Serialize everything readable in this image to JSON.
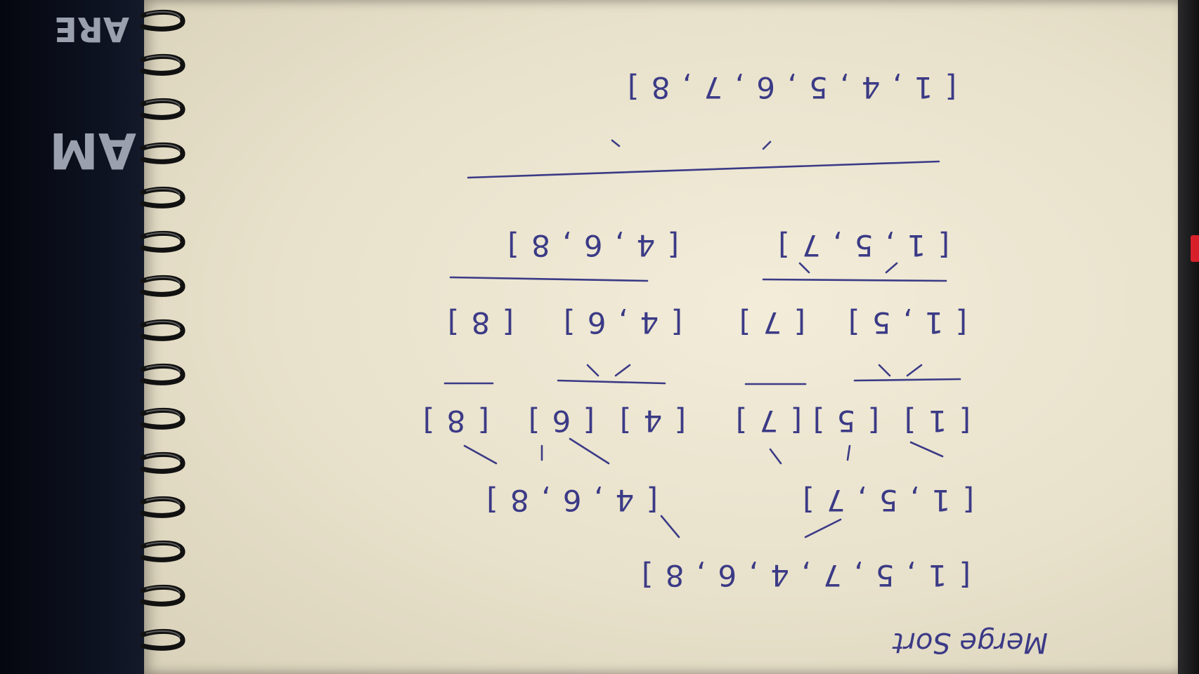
{
  "notebook": {
    "cover_letters_top": "ARE",
    "cover_letters_big": "AM"
  },
  "page": {
    "title": "Merge Sort",
    "rows": {
      "input": "[ 1 ,  5 ,  7 ,  4 ,  6 ,  8 ]",
      "split_left": "[ 1 ,  5 ,  7 ]",
      "split_right": "[ 4 ,  6 ,  8 ]",
      "single_1": "[ 1 ]",
      "single_5": "[ 5 ]",
      "single_7": "[ 7 ]",
      "single_4": "[ 4 ]",
      "single_6": "[ 6 ]",
      "single_8": "[ 8 ]",
      "pair_15": "[ 1 , 5 ]",
      "pair_7": "[ 7 ]",
      "pair_46": "[ 4 , 6 ]",
      "pair_8": "[ 8 ]",
      "merged_left": "[ 1 , 5 , 7 ]",
      "merged_right": "[ 4 , 6 , 8 ]",
      "result": "[ 1 , 4 , 5 , 6 , 7 , 8 ]"
    }
  },
  "colors": {
    "ink": "#3b3a86",
    "paper": "#ece5cf",
    "cover": "#0b0f1c",
    "accent_red": "#d8202a"
  }
}
